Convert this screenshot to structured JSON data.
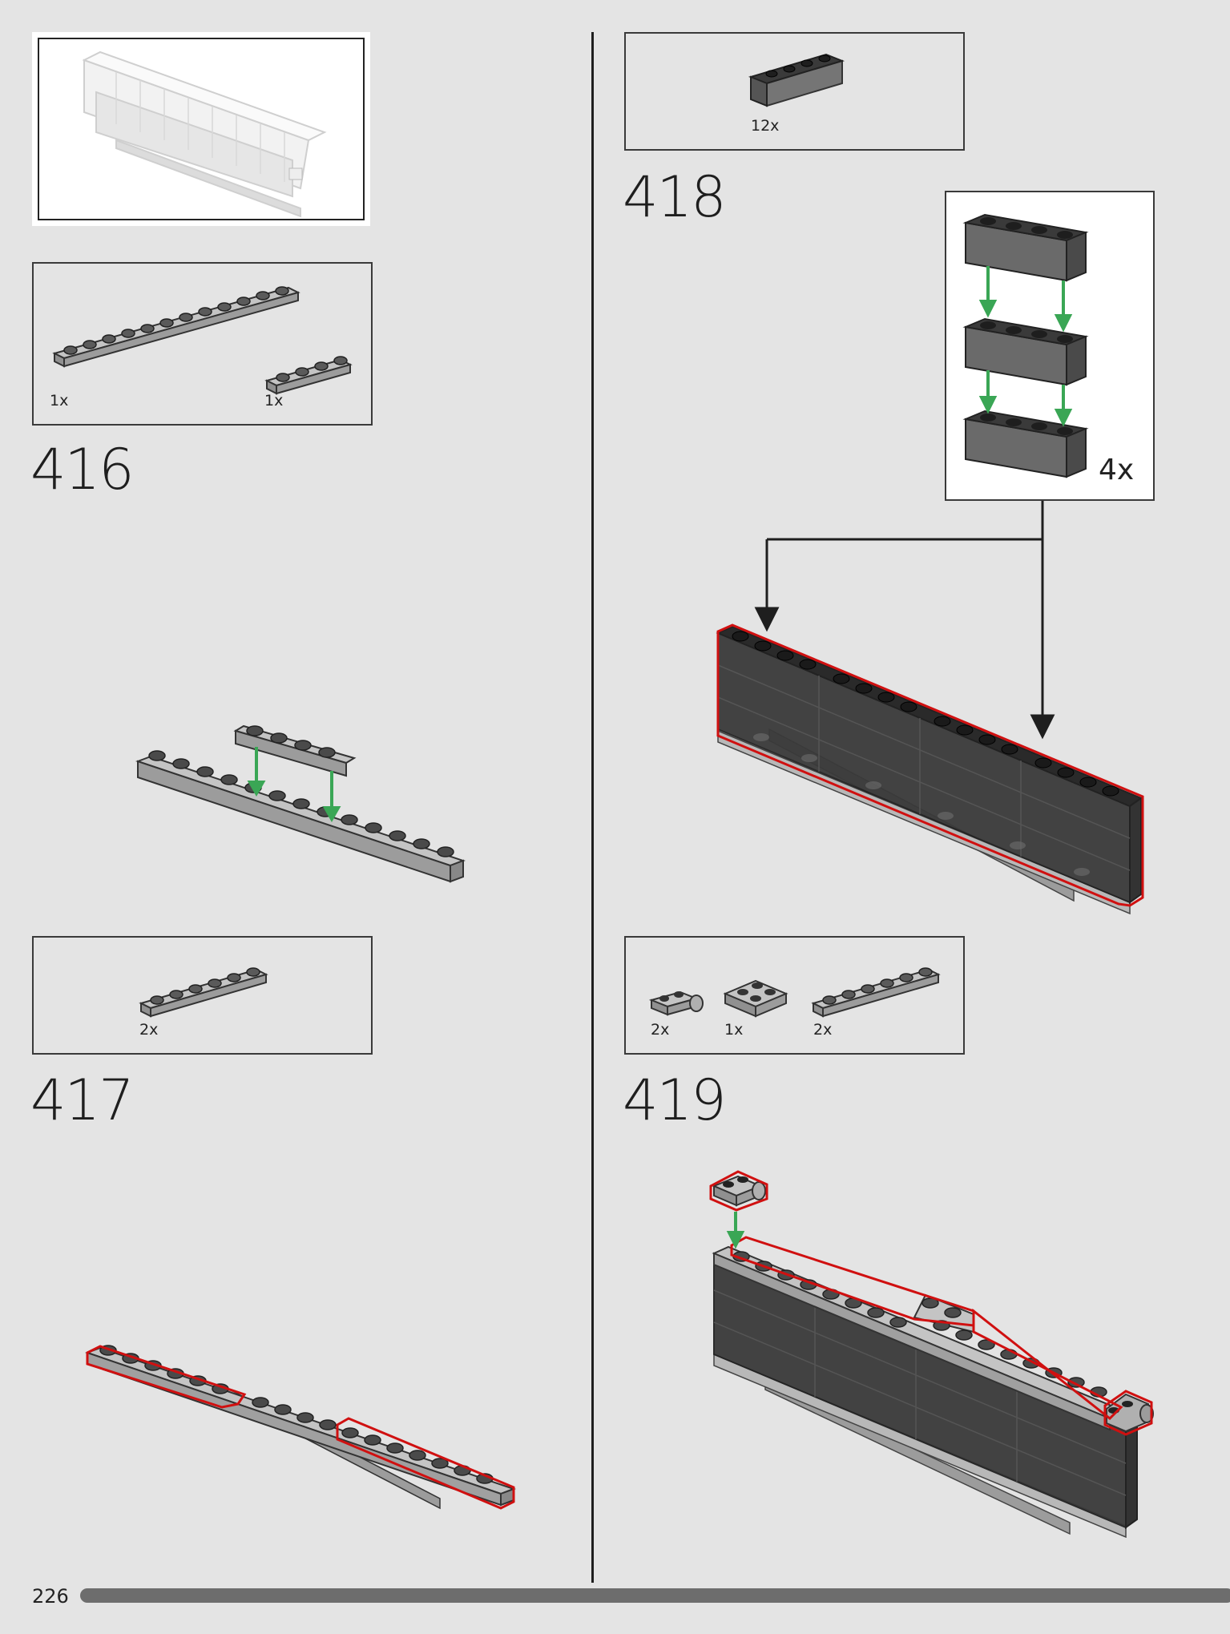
{
  "page": {
    "number": "226",
    "progress_fraction": 1.0
  },
  "steps": [
    {
      "number": "416",
      "parts": [
        {
          "qty": "1x"
        },
        {
          "qty": "1x"
        }
      ]
    },
    {
      "number": "417",
      "parts": [
        {
          "qty": "2x"
        }
      ]
    },
    {
      "number": "418",
      "parts": [
        {
          "qty": "12x"
        }
      ],
      "sub_assembly_multiplier": "4x"
    },
    {
      "number": "419",
      "parts": [
        {
          "qty": "2x"
        },
        {
          "qty": "1x"
        },
        {
          "qty": "2x"
        }
      ]
    }
  ],
  "colors": {
    "background": "#e4e4e4",
    "highlight": "#d01010",
    "arrow_green": "#3aa655",
    "light_gray_brick": "#a8a8a8",
    "trans_black_brick": "#2a2a2a"
  }
}
